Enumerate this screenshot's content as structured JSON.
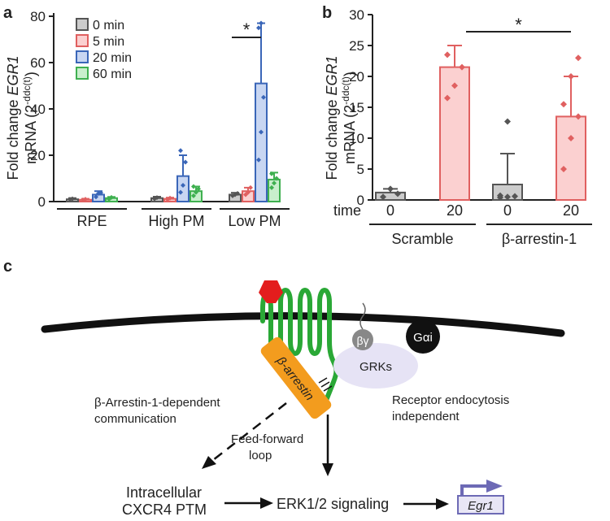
{
  "panels": {
    "a": "a",
    "b": "b",
    "c": "c"
  },
  "chart_data": [
    {
      "type": "bar",
      "panel": "a",
      "ylabel_prefix": "Fold change ",
      "ylabel_gene": "EGR1",
      "ylabel_line2": "mRNA (2",
      "ylabel_sup": "-ddc(t)",
      "ylabel_close": ")",
      "ylim": [
        0,
        80
      ],
      "yticks": [
        "0",
        "20",
        "40",
        "60",
        "80"
      ],
      "groups": [
        "RPE",
        "High PM",
        "Low PM"
      ],
      "series": [
        {
          "name": "0 min",
          "color": "#555555",
          "fill": "#cccccc",
          "values": [
            1,
            1.5,
            3
          ],
          "err": [
            0.5,
            0.6,
            0.8
          ]
        },
        {
          "name": "5 min",
          "color": "#e06060",
          "fill": "#fbd0d0",
          "values": [
            0.8,
            1.2,
            4.5
          ],
          "err": [
            0.4,
            0.5,
            1.5
          ]
        },
        {
          "name": "20 min",
          "color": "#3a66b8",
          "fill": "#c8d6f2",
          "values": [
            3,
            11,
            51
          ],
          "err": [
            1.5,
            9,
            26
          ]
        },
        {
          "name": "60 min",
          "color": "#3fb050",
          "fill": "#c9efcd",
          "values": [
            1.5,
            4.5,
            9.5
          ],
          "err": [
            0.5,
            2,
            3
          ]
        }
      ],
      "points": [
        [
          [
            0.9,
            1.2
          ],
          [
            0.7,
            1.0
          ],
          [
            2,
            3.5,
            3.8
          ],
          [
            1,
            1.8
          ]
        ],
        [
          [
            1.2,
            1.7
          ],
          [
            0.9,
            1.5
          ],
          [
            4,
            7,
            17,
            22
          ],
          [
            2.5,
            4,
            5.5,
            6.5
          ]
        ],
        [
          [
            2.5,
            3,
            3.5
          ],
          [
            3,
            4,
            6
          ],
          [
            18,
            30,
            45,
            75,
            77
          ],
          [
            6,
            8,
            10,
            12
          ]
        ]
      ],
      "significance": "*"
    },
    {
      "type": "bar",
      "panel": "b",
      "ylabel_prefix": "Fold change ",
      "ylabel_gene": "EGR1",
      "ylabel_line2": "mRNA (2",
      "ylabel_sup": "-ddc(t)",
      "ylabel_close": ")",
      "ylim": [
        0,
        30
      ],
      "yticks": [
        "0",
        "5",
        "10",
        "15",
        "20",
        "25",
        "30"
      ],
      "x_title": "time",
      "categories": [
        "0",
        "20",
        "0",
        "20"
      ],
      "groups": [
        "Scramble",
        "β-arrestin-1"
      ],
      "series": [
        {
          "name": "",
          "colors": [
            "#555555",
            "#e06060",
            "#555555",
            "#e06060"
          ],
          "fills": [
            "#cccccc",
            "#fbd0d0",
            "#cccccc",
            "#fbd0d0"
          ],
          "values": [
            1.2,
            21.5,
            2.5,
            13.5
          ],
          "err": [
            0.6,
            3.5,
            5,
            6.5
          ]
        }
      ],
      "points": [
        [
          0.5,
          1.8,
          1.0
        ],
        [
          16.5,
          18.5,
          21.5,
          23.5
        ],
        [
          0.4,
          0.5,
          0.6,
          0.7,
          12.7
        ],
        [
          5,
          10,
          13.5,
          15.5,
          20,
          23
        ]
      ],
      "significance": "*"
    }
  ],
  "diagram": {
    "beta_arrestin": "β-arrestin",
    "beta_gamma": "βγ",
    "grks": "GRKs",
    "galpha": "Gαi",
    "left_label_1": "β-Arrestin-1-dependent",
    "left_label_2": "communication",
    "right_label_1": "Receptor endocytosis",
    "right_label_2": "independent",
    "feed_1": "Feed-forward",
    "feed_2": "loop",
    "intracellular_1": "Intracellular",
    "intracellular_2": "CXCR4 PTM",
    "erk": "ERK1/2 signaling",
    "gene": "Egr1",
    "colors": {
      "receptor": "#2aa836",
      "arrestin": "#f39c1e",
      "ligand": "#e31d1d",
      "gene": "#6d6ab5",
      "grk": "#e6e3f5",
      "galpha": "#111111",
      "bg": "#888888"
    }
  }
}
